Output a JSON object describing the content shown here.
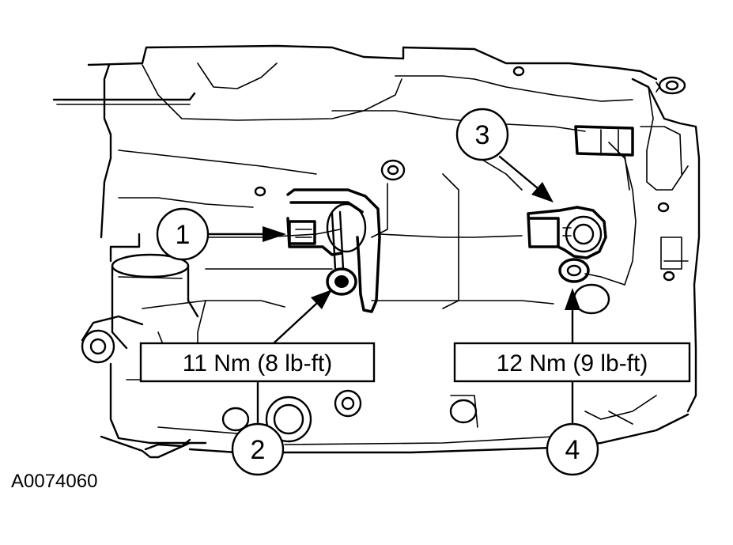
{
  "callouts": {
    "c1": "1",
    "c2": "2",
    "c3": "3",
    "c4": "4"
  },
  "torque": {
    "left": "11 Nm (8 lb-ft)",
    "right": "12 Nm (9 lb-ft)"
  },
  "figure_id": "A0074060"
}
